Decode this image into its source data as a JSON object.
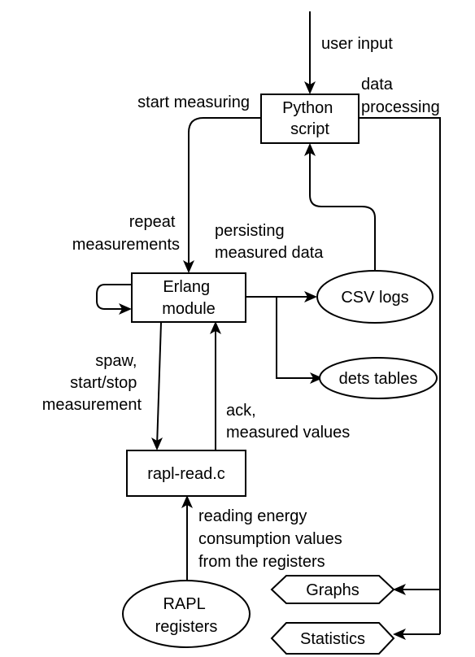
{
  "nodes": {
    "python": {
      "lines": [
        "Python",
        "script"
      ]
    },
    "erlang": {
      "lines": [
        "Erlang",
        "module"
      ]
    },
    "rapl_read": {
      "lines": [
        "rapl-read.c"
      ]
    },
    "rapl_registers": {
      "lines": [
        "RAPL",
        "registers"
      ]
    },
    "csv_logs": {
      "lines": [
        "CSV logs"
      ]
    },
    "dets_tables": {
      "lines": [
        "dets tables"
      ]
    },
    "graphs": {
      "lines": [
        "Graphs"
      ]
    },
    "statistics": {
      "lines": [
        "Statistics"
      ]
    }
  },
  "edges": {
    "user_input": {
      "lines": [
        "user input"
      ]
    },
    "start_measuring": {
      "lines": [
        "start measuring"
      ]
    },
    "data_processing": {
      "lines": [
        "data",
        "processing"
      ]
    },
    "repeat_measurements": {
      "lines": [
        "repeat",
        "measurements"
      ]
    },
    "persisting": {
      "lines": [
        "persisting",
        "measured data"
      ]
    },
    "spaw": {
      "lines": [
        "spaw,",
        "start/stop",
        "measurement"
      ]
    },
    "ack": {
      "lines": [
        "ack,",
        "measured values"
      ]
    },
    "reading_energy": {
      "lines": [
        "reading energy",
        "consumption values",
        "from the registers"
      ]
    }
  }
}
